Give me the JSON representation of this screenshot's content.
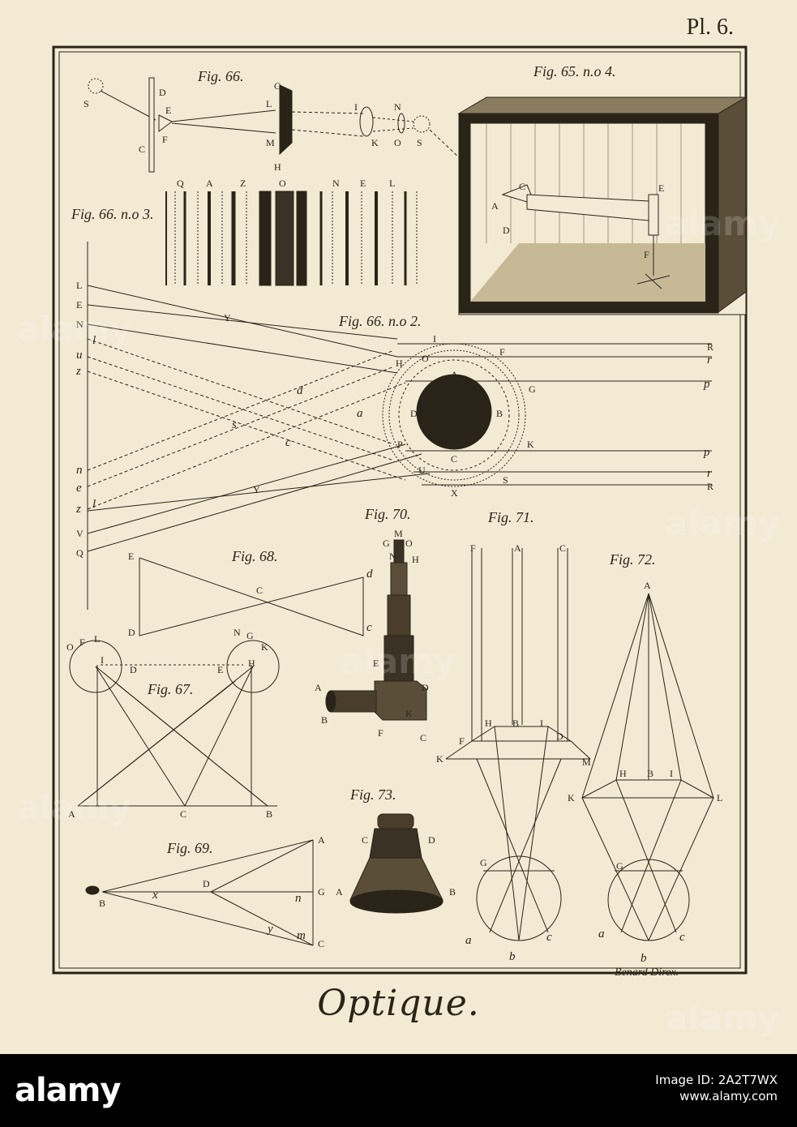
{
  "plate": {
    "number": "Pl. 6.",
    "title": "Optique.",
    "engraver": "Benard Direx."
  },
  "figures": [
    {
      "id": "fig66",
      "label": "Fig. 66."
    },
    {
      "id": "fig65n4",
      "label": "Fig. 65. n.o 4."
    },
    {
      "id": "fig66n3",
      "label": "Fig. 66. n.o 3."
    },
    {
      "id": "fig66n2",
      "label": "Fig. 66. n.o 2."
    },
    {
      "id": "fig68",
      "label": "Fig. 68."
    },
    {
      "id": "fig67",
      "label": "Fig. 67."
    },
    {
      "id": "fig69",
      "label": "Fig. 69."
    },
    {
      "id": "fig70",
      "label": "Fig. 70."
    },
    {
      "id": "fig71",
      "label": "Fig. 71."
    },
    {
      "id": "fig72",
      "label": "Fig. 72."
    },
    {
      "id": "fig73",
      "label": "Fig. 73."
    }
  ],
  "spectrum_letters": [
    "Q",
    "A",
    "Z",
    "O",
    "N",
    "E",
    "L"
  ],
  "stock": {
    "logo": "alamy",
    "image_id": "Image ID: 2A2T7WX",
    "site": "www.alamy.com"
  },
  "colors": {
    "paper": "#f3ead4",
    "ink": "#2a2418",
    "banner": "#000000"
  }
}
